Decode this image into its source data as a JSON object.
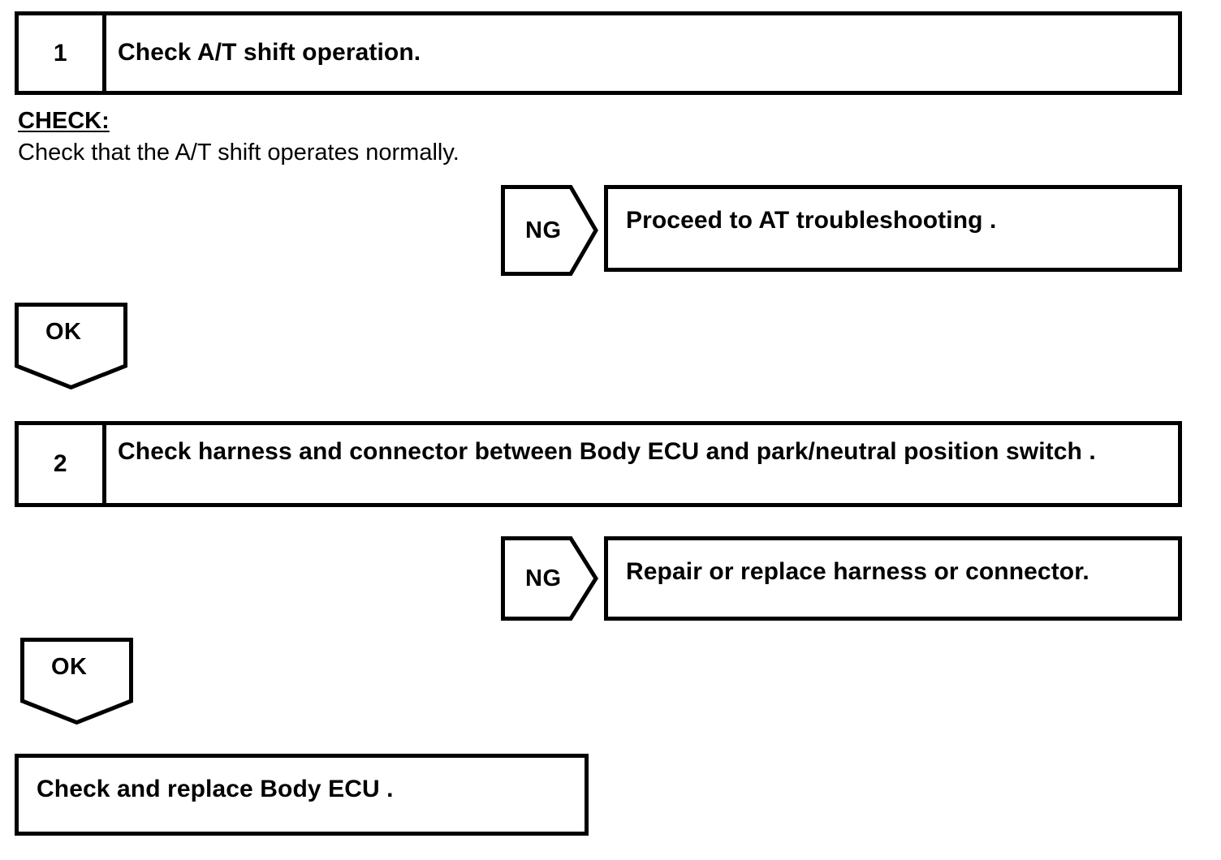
{
  "document": {
    "type": "diagnostic-flowchart",
    "title": "A/T shift diagnostic troubleshooting flow"
  },
  "steps": [
    {
      "number": "1",
      "text": "Check A/T shift operation."
    },
    {
      "number": "2",
      "text": "Check harness and connector between Body ECU and park/neutral position switch ."
    }
  ],
  "check_section": {
    "label": "CHECK:",
    "body": "Check that the A/T shift operates normally."
  },
  "branches": {
    "ng_1": {
      "label": "NG",
      "result": "Proceed to AT troubleshooting ."
    },
    "ok_1": {
      "label": "OK"
    },
    "ng_2": {
      "label": "NG",
      "result": "Repair or replace harness or connector."
    },
    "ok_2": {
      "label": "OK"
    }
  },
  "final": {
    "text": "Check and replace Body ECU ."
  },
  "colors": {
    "ink": "#000000",
    "paper": "#ffffff"
  }
}
